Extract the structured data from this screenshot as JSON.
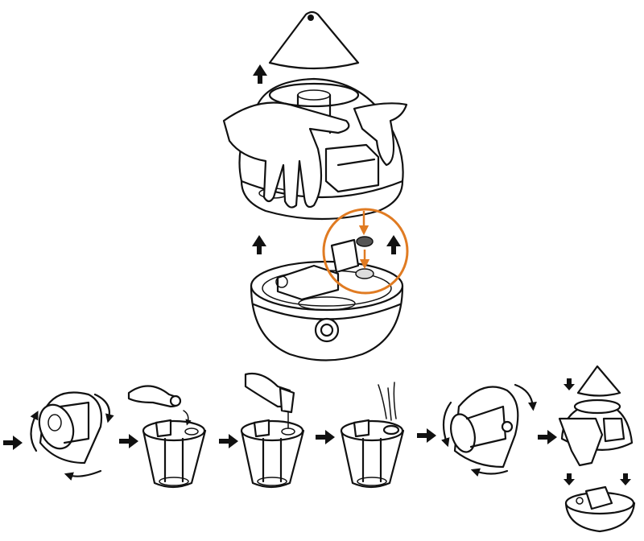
{
  "diagram": {
    "subject": "humidifier-disassembly-and-cleaning",
    "colors": {
      "line": "#111111",
      "accent": "#e07b22",
      "background": "#ffffff"
    },
    "main_view": {
      "parts": [
        "cone-cap",
        "water-tank",
        "base-unit"
      ],
      "highlight": "filter-seal-detail",
      "icons": [
        "arrow-up-icon",
        "arrow-down-icon"
      ]
    },
    "steps": [
      {
        "step": 1,
        "action": "rotate-tank"
      },
      {
        "step": 2,
        "action": "remove-cap"
      },
      {
        "step": 3,
        "action": "pour-water"
      },
      {
        "step": 4,
        "action": "close-cap"
      },
      {
        "step": 5,
        "action": "rotate-tank-back"
      },
      {
        "step": 6,
        "action": "reassemble"
      }
    ]
  }
}
